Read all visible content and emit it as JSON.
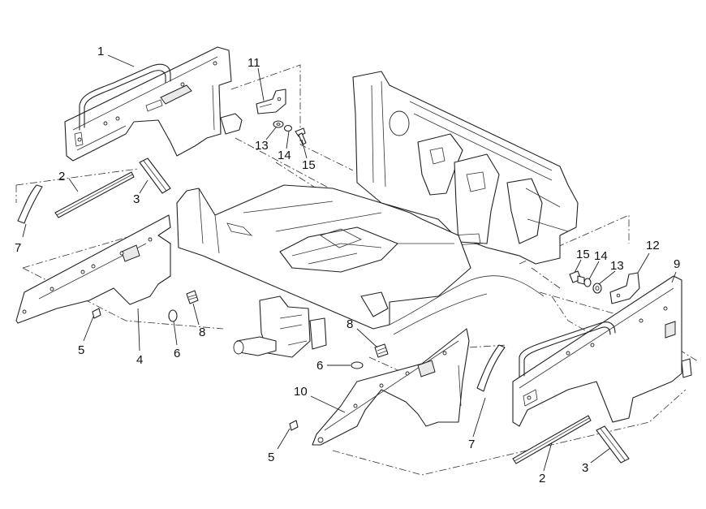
{
  "callouts": {
    "c1": "1",
    "c2a": "2",
    "c3a": "3",
    "c7a": "7",
    "c11": "11",
    "c13a": "13",
    "c14a": "14",
    "c15a": "15",
    "c5a": "5",
    "c4": "4",
    "c6a": "6",
    "c8a": "8",
    "c8b": "8",
    "c6b": "6",
    "c10": "10",
    "c5b": "5",
    "c7b": "7",
    "c2b": "2",
    "c3b": "3",
    "c9": "9",
    "c12": "12",
    "c13b": "13",
    "c14b": "14",
    "c15b": "15"
  }
}
